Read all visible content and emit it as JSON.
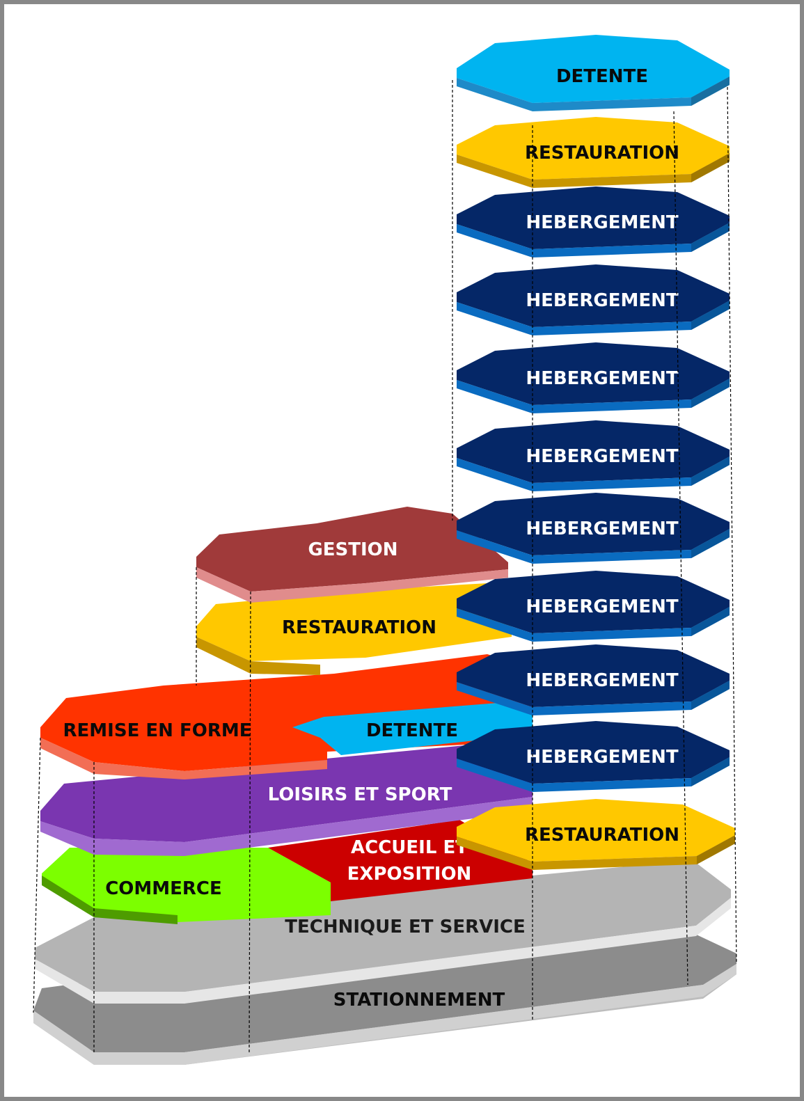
{
  "tower": {
    "floors": [
      {
        "label": "DETENTE",
        "color": "#00B4F0"
      },
      {
        "label": "RESTAURATION",
        "color": "#FFC800"
      },
      {
        "label": "HEBERGEMENT",
        "color": "#052767"
      },
      {
        "label": "HEBERGEMENT",
        "color": "#052767"
      },
      {
        "label": "HEBERGEMENT",
        "color": "#052767"
      },
      {
        "label": "HEBERGEMENT",
        "color": "#052767"
      },
      {
        "label": "HEBERGEMENT",
        "color": "#052767"
      },
      {
        "label": "HEBERGEMENT",
        "color": "#052767"
      },
      {
        "label": "HEBERGEMENT",
        "color": "#052767"
      },
      {
        "label": "HEBERGEMENT",
        "color": "#052767"
      },
      {
        "label": "RESTAURATION",
        "color": "#FFC800"
      }
    ]
  },
  "mid_block": {
    "gestion": {
      "label": "GESTION",
      "color": "#A03A3A"
    },
    "restauration": {
      "label": "RESTAURATION",
      "color": "#FFC800"
    }
  },
  "podium": {
    "remise": {
      "label": "REMISE EN FORME",
      "color": "#FF3300"
    },
    "detente": {
      "label": "DETENTE",
      "color": "#00B4F0"
    },
    "loisirs": {
      "label": "LOISIRS ET SPORT",
      "color": "#7A36B0"
    },
    "commerce": {
      "label": "COMMERCE",
      "color": "#7CFF00"
    },
    "accueil": {
      "line1": "ACCUEIL ET",
      "line2": "EXPOSITION",
      "color": "#CC0000"
    },
    "technique": {
      "label": "TECHNIQUE ET SERVICE",
      "color": "#B4B4B4"
    },
    "stationnement": {
      "label": "STATIONNEMENT",
      "color": "#8C8C8C"
    }
  }
}
